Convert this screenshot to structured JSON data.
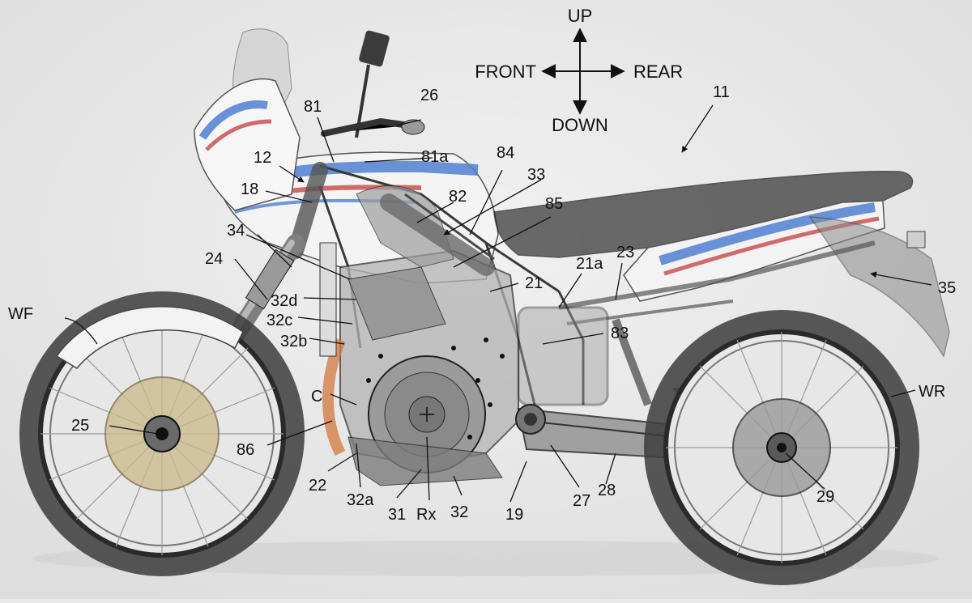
{
  "directions": {
    "up": "UP",
    "down": "DOWN",
    "front": "FRONT",
    "rear": "REAR"
  },
  "labels": {
    "l11": "11",
    "l12": "12",
    "l18": "18",
    "l19": "19",
    "l21": "21",
    "l21a": "21a",
    "l22": "22",
    "l23": "23",
    "l24": "24",
    "l25": "25",
    "l26": "26",
    "l27": "27",
    "l28": "28",
    "l29": "29",
    "l31": "31",
    "l32": "32",
    "l32a": "32a",
    "l32b": "32b",
    "l32c": "32c",
    "l32d": "32d",
    "l33": "33",
    "l34": "34",
    "l35": "35",
    "l81": "81",
    "l81a": "81a",
    "l82": "82",
    "l83": "83",
    "l84": "84",
    "l85": "85",
    "l86": "86",
    "wf": "WF",
    "wr": "WR",
    "c": "C",
    "rx": "Rx"
  },
  "colors": {
    "background": "#e9e9e9",
    "line": "#1a1a1a",
    "tire": "#3a3a3a",
    "body_gray": "#8c8c8c",
    "accent_blue": "#4f7fd1",
    "accent_red": "#c74848",
    "disc_gold": "#c9b98a",
    "pipe_orange": "#d2783e"
  }
}
